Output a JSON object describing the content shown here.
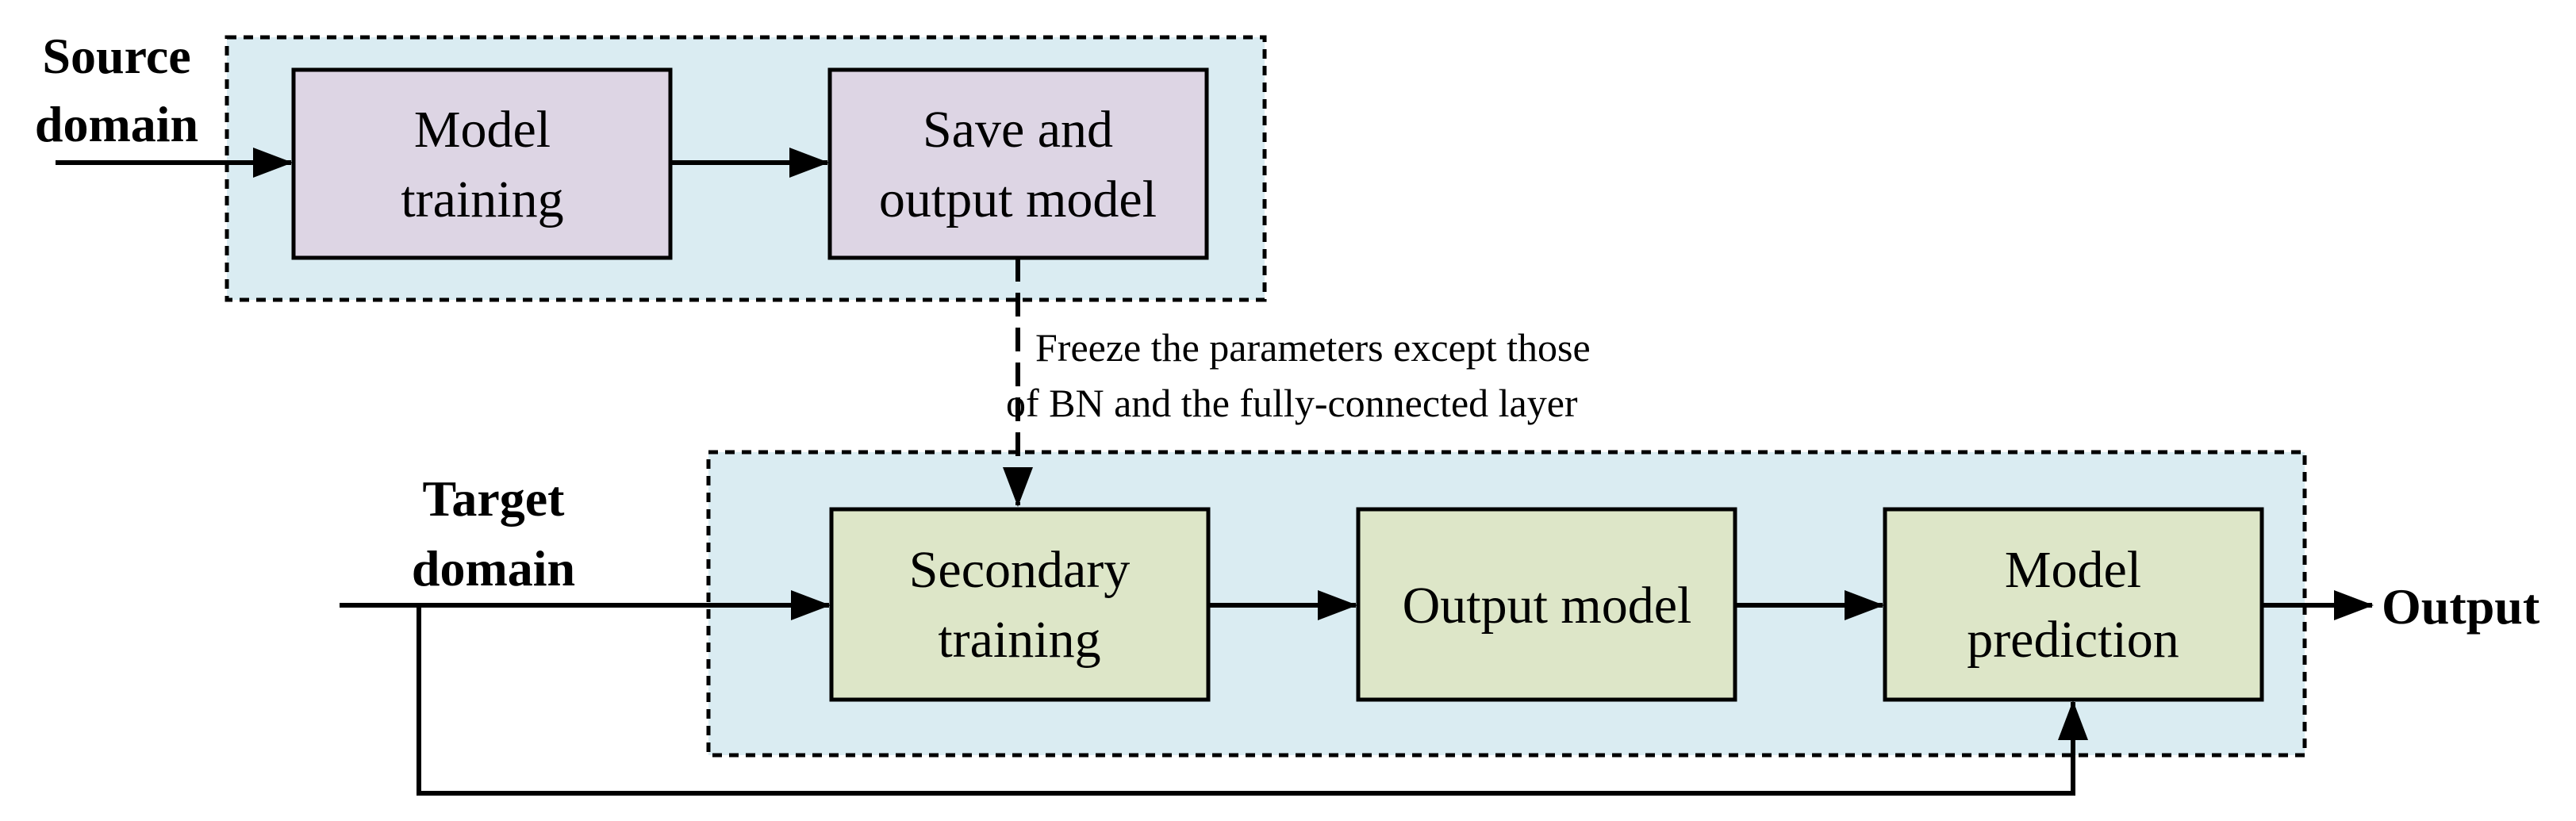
{
  "colors": {
    "region_fill": "#daecf2",
    "source_box_fill": "#ddd5e4",
    "target_box_fill": "#dde6c8"
  },
  "source": {
    "label_line1": "Source",
    "label_line2": "domain",
    "model_training": [
      "Model",
      "training"
    ],
    "save_output_model": [
      "Save and",
      "output model"
    ]
  },
  "freeze_note": {
    "line1": "Freeze the parameters except those",
    "line2": "of BN and the fully-connected layer"
  },
  "target": {
    "label_line1": "Target",
    "label_line2": "domain",
    "secondary_training": [
      "Secondary",
      "training"
    ],
    "output_model": "Output model",
    "model_prediction": [
      "Model",
      "prediction"
    ]
  },
  "output_label": "Output"
}
